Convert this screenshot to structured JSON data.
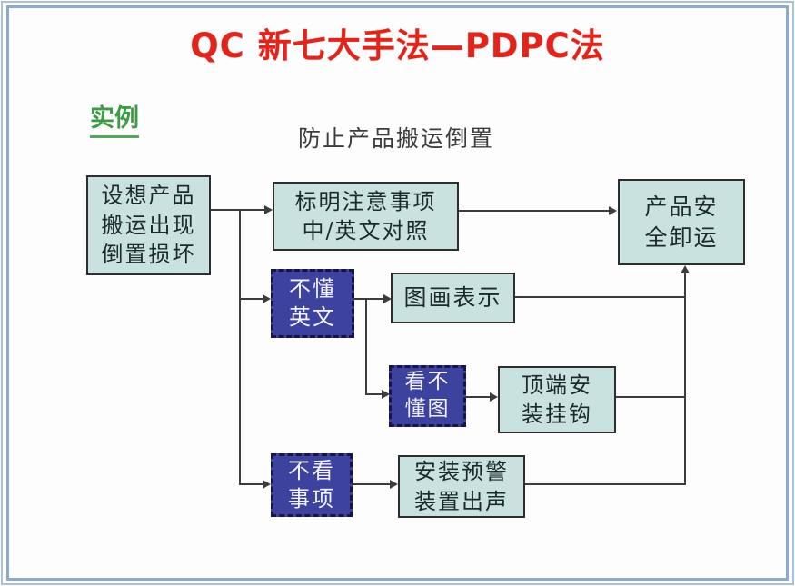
{
  "title": "QC 新七大手法—PDPC法",
  "example_label": "实例",
  "subtitle": "防止产品搬运倒置",
  "colors": {
    "title_red": "#e0261c",
    "example_green": "#3d9a45",
    "node_fill": "#c9e2e0",
    "node_border": "#2e2e2e",
    "risk_fill": "#3d429f",
    "risk_text": "#ffffff",
    "connector": "#3c3c3c",
    "frame_blue": "#8caac9"
  },
  "nodes": {
    "start": {
      "lines": [
        "设想产品",
        "搬运出现",
        "倒置损坏"
      ]
    },
    "mark": {
      "lines": [
        "标明注意事项",
        "中/英文对照"
      ]
    },
    "goal": {
      "lines": [
        "产品安",
        "全卸运"
      ]
    },
    "risk1": {
      "lines": [
        "不懂",
        "英文"
      ]
    },
    "counter1": {
      "lines": [
        "图画表示"
      ]
    },
    "risk2": {
      "lines": [
        "看不",
        "懂图"
      ]
    },
    "counter2": {
      "lines": [
        "顶端安",
        "装挂钩"
      ]
    },
    "risk3": {
      "lines": [
        "不看",
        "事项"
      ]
    },
    "counter3": {
      "lines": [
        "安装预警",
        "装置出声"
      ]
    }
  }
}
